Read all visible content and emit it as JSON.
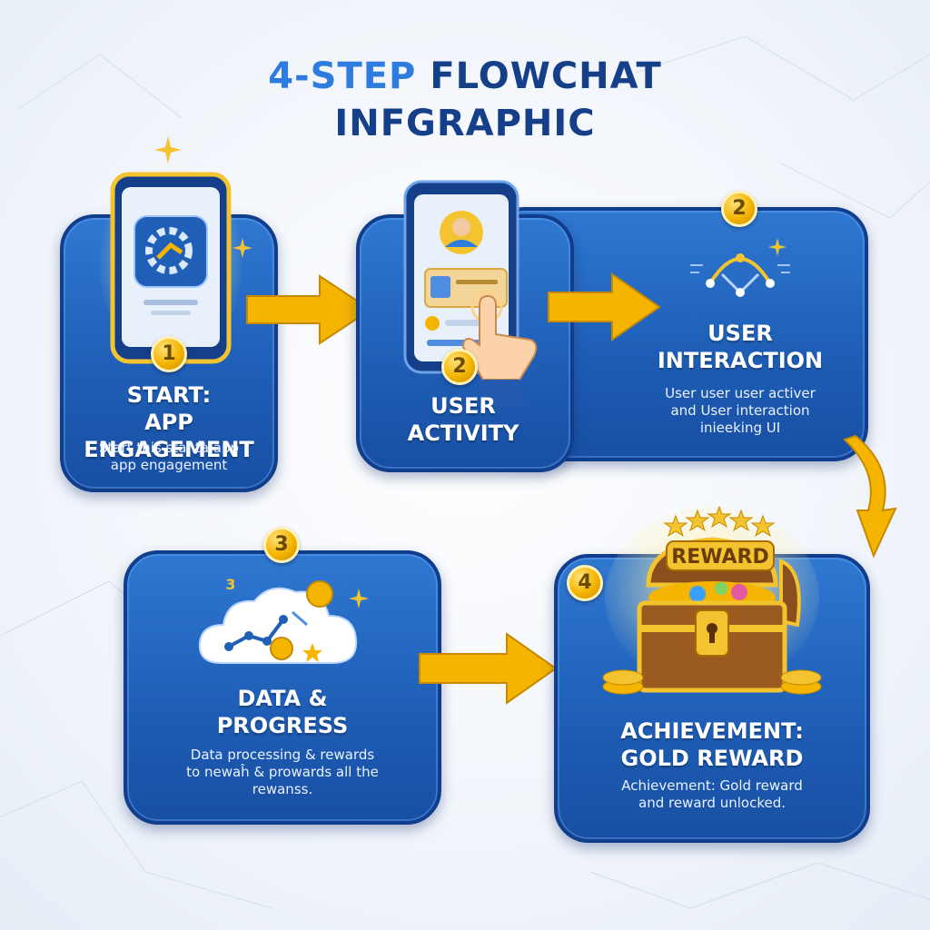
{
  "title": {
    "line1_accent": "4-STEP",
    "line1_rest": "FLOWCHAT",
    "line2": "INFGRAPHIC"
  },
  "steps": [
    {
      "badge": "1",
      "heading_line1": "START:",
      "heading_line2": "APP ENGAGEMENT",
      "desc_line1": "Start this stantà app",
      "desc_line2": "app engagement"
    },
    {
      "badge": "2",
      "heading_line1": "USER",
      "heading_line2": "ACTIVITY"
    },
    {
      "badge": "2",
      "heading_line1": "USER",
      "heading_line2": "INTERACTION",
      "desc_line1": "User user user activer",
      "desc_line2": "and User interaction",
      "desc_line3": "inieeking UI"
    },
    {
      "badge": "3",
      "heading_line1": "DATA &",
      "heading_line2": "PROGRESS",
      "desc_line1": "Data processing & rewards",
      "desc_line2": "to newaĥ & prowards all the",
      "desc_line3": "rewanss.",
      "icon_text": "3"
    },
    {
      "badge": "4",
      "heading_line1": "ACHIEVEMENT:",
      "heading_line2": "GOLD REWARD",
      "desc_line1": "Achievement:  Gold reward",
      "desc_line2": "and  reward unlocked.",
      "chest_label": "REWARD"
    }
  ],
  "colors": {
    "card": "#1f5fb8",
    "card_border": "#103d8c",
    "gold": "#f4b400",
    "title_accent": "#2e7ce0",
    "title_dark": "#163f8a"
  },
  "icons": [
    "phone-icon",
    "gear-app-icon",
    "user-avatar-icon",
    "tap-hand-icon",
    "network-icon",
    "cloud-chart-icon",
    "coin-icon",
    "treasure-chest-icon",
    "star-icon",
    "arrow-icon"
  ]
}
